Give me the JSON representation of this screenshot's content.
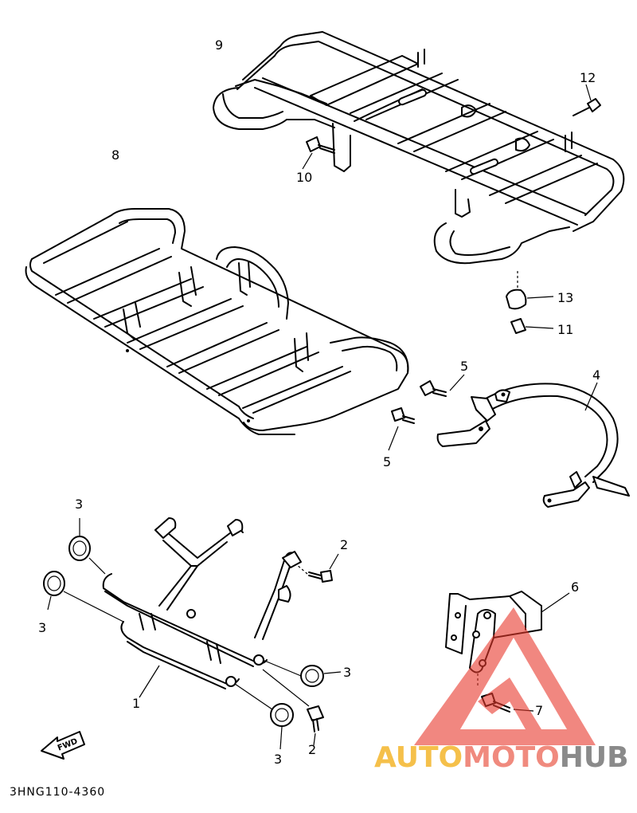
{
  "diagram": {
    "drawing_code": "3HNG110-4360",
    "direction_label": "FWD",
    "callouts": [
      {
        "id": "1",
        "label": "1"
      },
      {
        "id": "2a",
        "label": "2"
      },
      {
        "id": "2b",
        "label": "2"
      },
      {
        "id": "3a",
        "label": "3"
      },
      {
        "id": "3b",
        "label": "3"
      },
      {
        "id": "3c",
        "label": "3"
      },
      {
        "id": "3d",
        "label": "3"
      },
      {
        "id": "4",
        "label": "4"
      },
      {
        "id": "5a",
        "label": "5"
      },
      {
        "id": "5b",
        "label": "5"
      },
      {
        "id": "6",
        "label": "6"
      },
      {
        "id": "7",
        "label": "7"
      },
      {
        "id": "8",
        "label": "8"
      },
      {
        "id": "9",
        "label": "9"
      },
      {
        "id": "10",
        "label": "10"
      },
      {
        "id": "11",
        "label": "11"
      },
      {
        "id": "12",
        "label": "12"
      },
      {
        "id": "13",
        "label": "13"
      }
    ]
  },
  "watermark": {
    "part1": "AUTO",
    "part2": "MOTO",
    "part3": "HUB",
    "colors": {
      "part1": "#f5c04a",
      "part2": "#f08a7e",
      "part3": "#8a8a8a",
      "logo": "#e8392c"
    }
  }
}
